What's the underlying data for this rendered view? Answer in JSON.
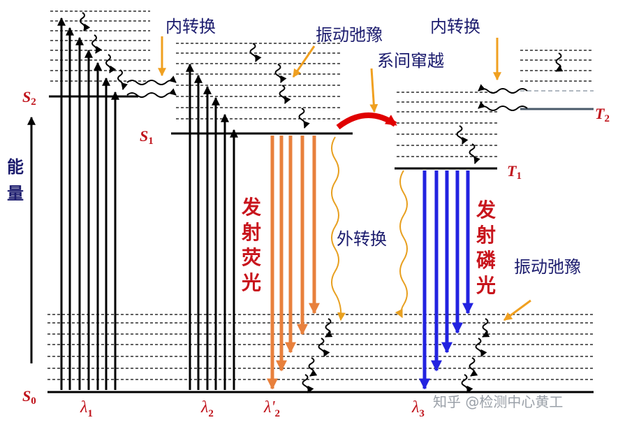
{
  "levels": {
    "S0": {
      "main": "S",
      "sub": "0"
    },
    "S1": {
      "main": "S",
      "sub": "1"
    },
    "S2": {
      "main": "S",
      "sub": "2"
    },
    "T1": {
      "main": "T",
      "sub": "1"
    },
    "T2": {
      "main": "T",
      "sub": "2"
    }
  },
  "axis": {
    "energy_chars": [
      "能",
      "量"
    ]
  },
  "annotations": {
    "internal_conversion_left": "内转换",
    "internal_conversion_right": "内转换",
    "vibrational_relaxation_top": "振动弛豫",
    "vibrational_relaxation_bottom": "振动弛豫",
    "intersystem_crossing": "系间窜越",
    "external_conversion": "外转换",
    "fluorescence_chars": [
      "发",
      "射",
      "荧",
      "光"
    ],
    "phosphorescence_chars": [
      "发",
      "射",
      "磷",
      "光"
    ]
  },
  "wavelengths": {
    "l1": {
      "main": "λ",
      "sub": "1"
    },
    "l2": {
      "main": "λ",
      "sub": "2"
    },
    "l2p": {
      "main": "λ'",
      "sub": "2"
    },
    "l3": {
      "main": "λ",
      "sub": "3"
    }
  },
  "watermark": "知乎 @检测中心黄工",
  "colors": {
    "level_line": "#000000",
    "dash_line": "#000000",
    "fluorescence": "#e8803c",
    "phosphorescence": "#2222e0",
    "annotation_arrow": "#f0a020",
    "crossing_arrow": "#e00000",
    "external_wave": "#e8a020",
    "label_red": "#c0141c",
    "text_navy": "#1c1c6e",
    "t2_line": "#4a5a6a"
  }
}
